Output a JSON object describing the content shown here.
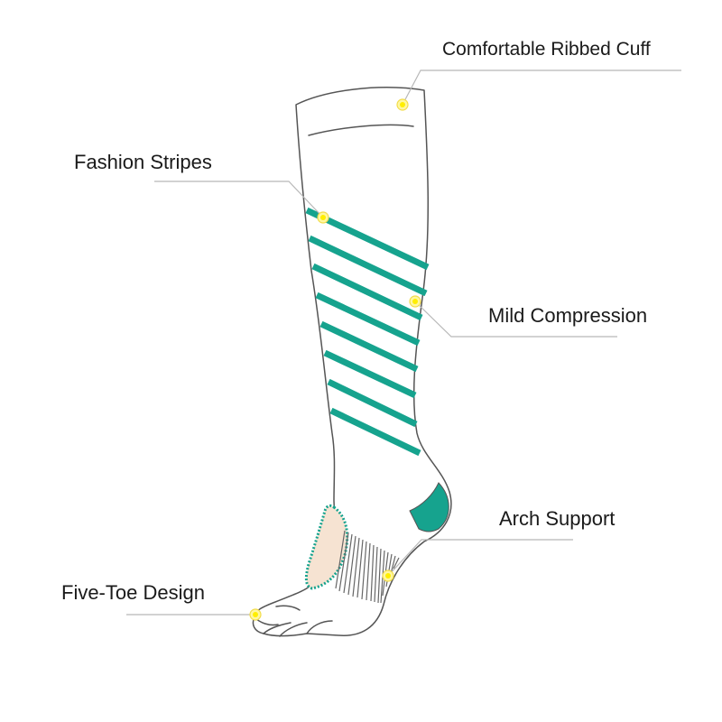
{
  "colors": {
    "accent": "#16a38e",
    "outline": "#555555",
    "leader": "#b8b8b8",
    "marker": "#ffee00",
    "marker_ring": "#f2dc4a",
    "heel_pad": "#f6e3d2",
    "text": "#1a1a1a"
  },
  "labels": {
    "cuff": "Comfortable Ribbed Cuff",
    "stripes": "Fashion Stripes",
    "compression": "Mild Compression",
    "arch": "Arch Support",
    "toe": "Five-Toe Design"
  },
  "icons": {
    "sock": "toe-sock-illustration",
    "marker": "yellow-dot-marker"
  }
}
